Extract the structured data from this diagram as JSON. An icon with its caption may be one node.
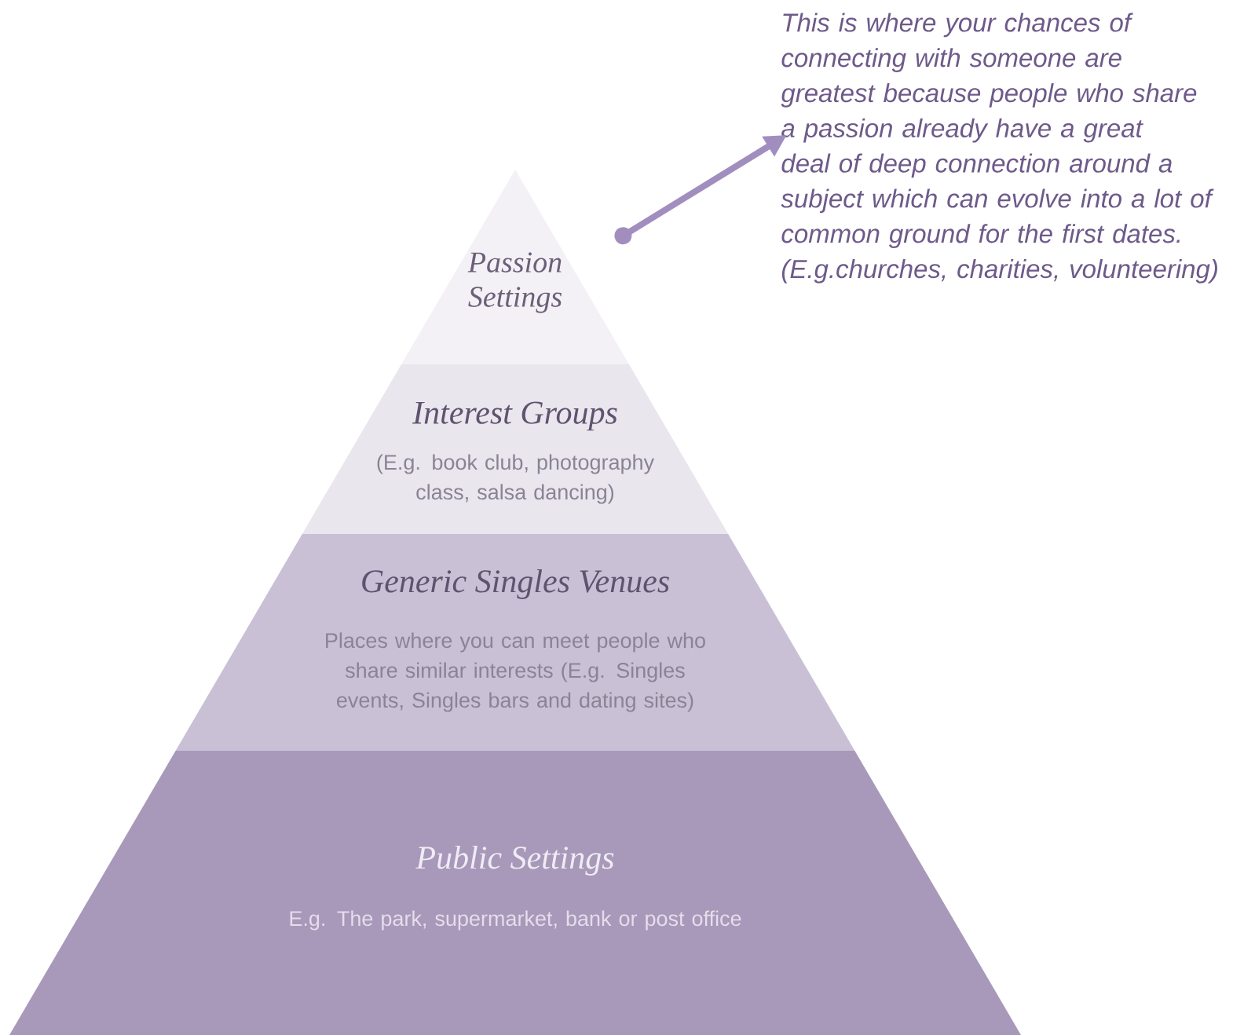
{
  "diagram": {
    "nodes": [
      {
        "text": [
          "Passion Settings"
        ]
      },
      {
        "text": [
          "Interest Groups",
          "(E.g. book club, photography class, salsa dancing)"
        ]
      },
      {
        "text": [
          "Generic Singles Venues",
          "Places where you can meet people who share similar interests (E.g. Singles events, Singles bars and dating sites)"
        ]
      },
      {
        "text": [
          "Public Settings",
          "E.g. The park, supermarket, bank or post office"
        ]
      },
      {
        "text": [
          "This is where your chances of connecting with someone are greatest because people who share a passion already have a great deal of deep connection around a subject which can evolve into a lot of common ground for the first dates. (E.g.churches, charities, volunteering)"
        ]
      }
    ],
    "edges": [
      {
        "from": 0,
        "to": 4,
        "arrow": "to"
      }
    ]
  }
}
